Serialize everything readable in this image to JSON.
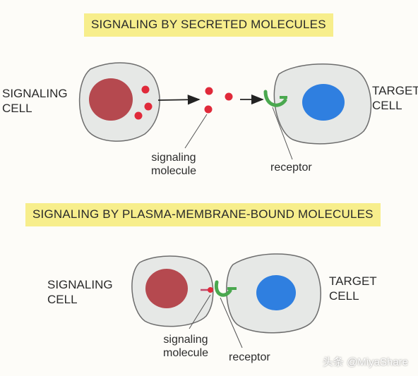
{
  "panels": {
    "secreted": {
      "title": "SIGNALING BY SECRETED MOLECULES",
      "signaling_cell_label": [
        "SIGNALING",
        "CELL"
      ],
      "target_cell_label": [
        "TARGET",
        "CELL"
      ],
      "molecule_label": [
        "signaling",
        "molecule"
      ],
      "receptor_label": "receptor"
    },
    "membrane_bound": {
      "title": "SIGNALING BY PLASMA-MEMBRANE-BOUND MOLECULES",
      "signaling_cell_label": [
        "SIGNALING",
        "CELL"
      ],
      "target_cell_label": [
        "TARGET",
        "CELL"
      ],
      "molecule_label": [
        "signaling",
        "molecule"
      ],
      "receptor_label": "receptor"
    }
  },
  "watermark": "头条 @MiyaShare",
  "colors": {
    "banner": "#f7ee8c",
    "cell_fill": "#e6e8e6",
    "cell_outline": "#6d6d6d",
    "signaling_nucleus": "#b5494f",
    "target_nucleus": "#2f7fe0",
    "molecule": "#e02a3a",
    "receptor": "#4aa84f"
  }
}
